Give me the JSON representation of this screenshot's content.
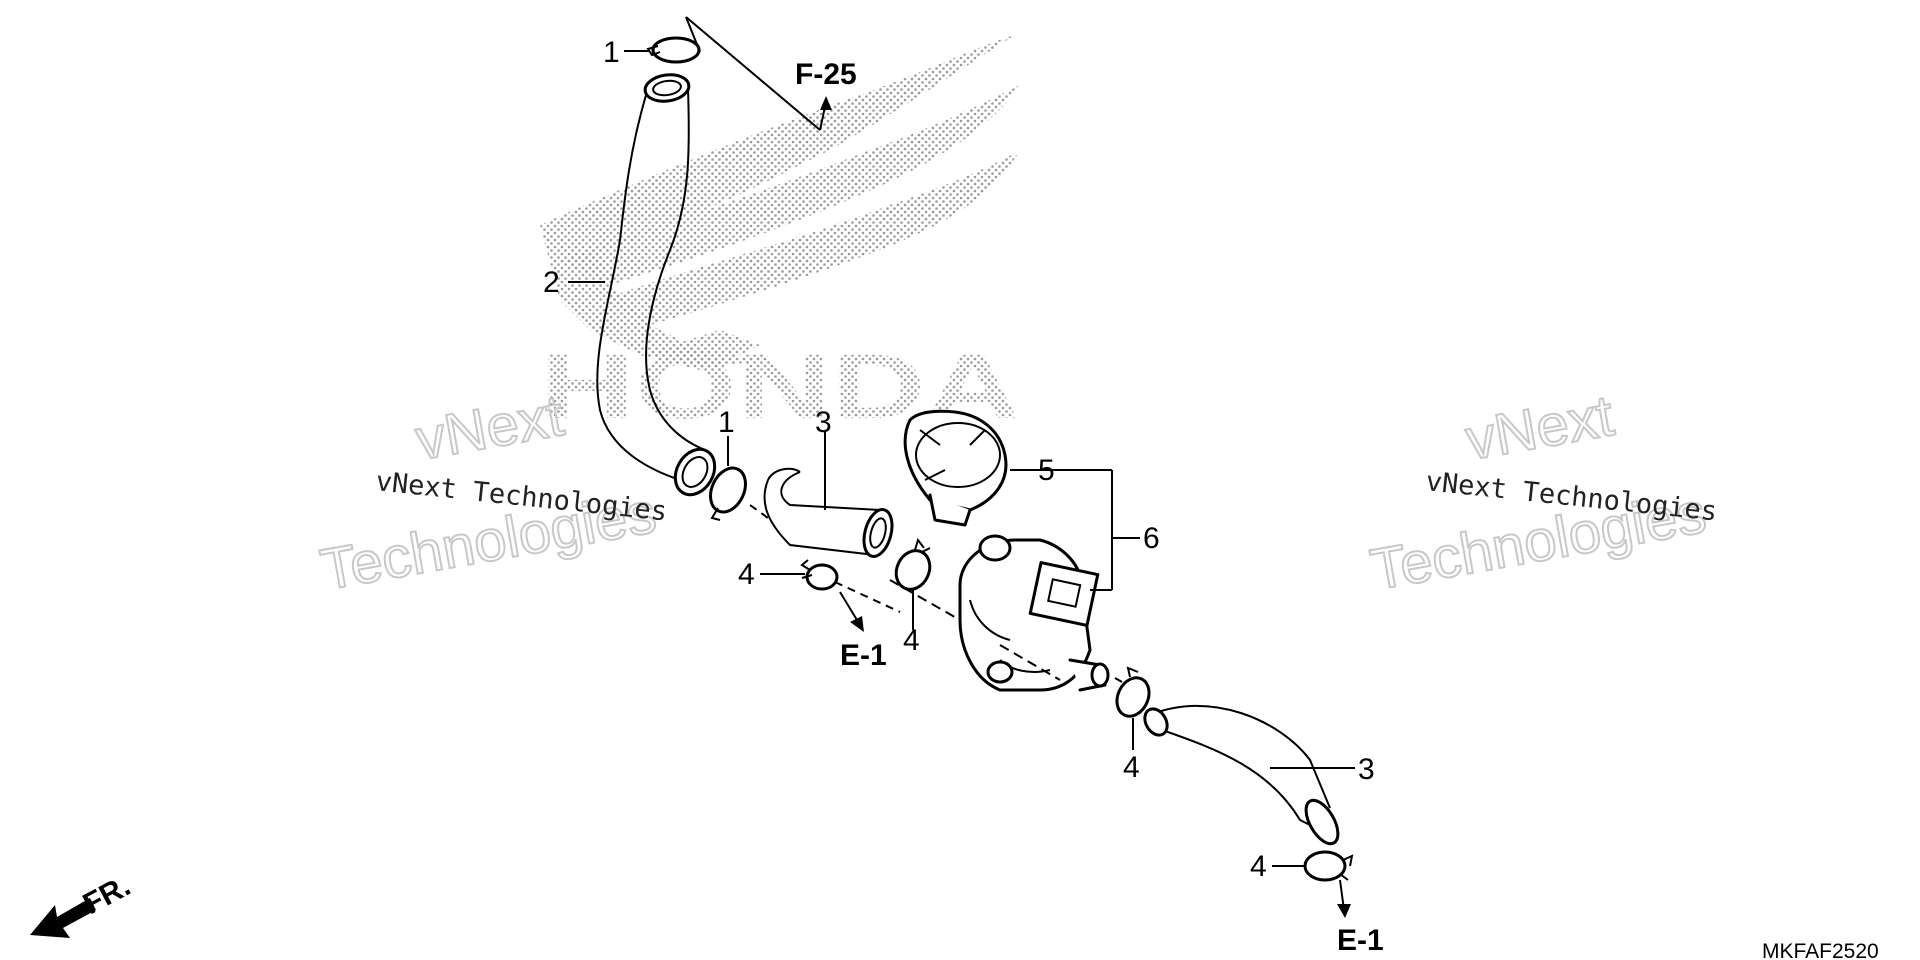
{
  "diagram": {
    "code": "MKFAF2520",
    "front_indicator": "FR.",
    "brand_watermark": "HONDA",
    "watermarks": {
      "line_text": "vNext Technologies",
      "outline_word1": "vNext",
      "outline_word2": "Technologies"
    },
    "refs": {
      "f25": "F-25",
      "e1_a": "E-1",
      "e1_b": "E-1"
    },
    "callouts": {
      "c1_top": "1",
      "c2": "2",
      "c1_mid": "1",
      "c3_top": "3",
      "c5": "5",
      "c6": "6",
      "c4_left": "4",
      "c4_mid": "4",
      "c4_right": "4",
      "c3_bottom": "3",
      "c4_bottom": "4"
    }
  }
}
